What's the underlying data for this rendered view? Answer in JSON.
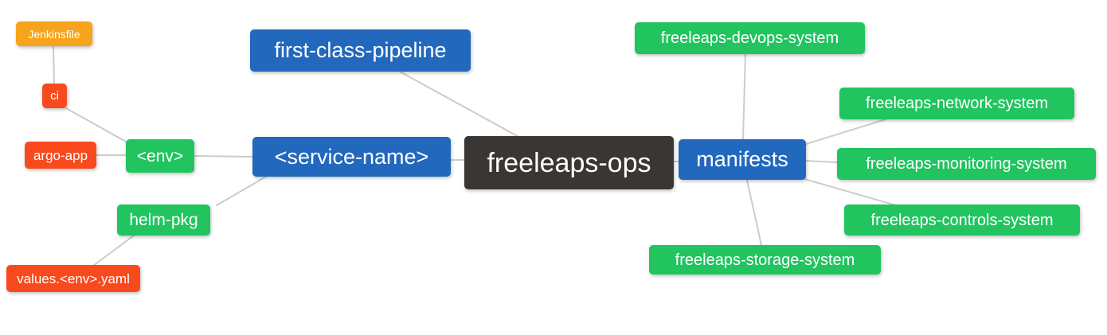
{
  "palette": {
    "blue": "#2268bd",
    "green": "#21c45f",
    "orange": "#f7a41c",
    "red": "#f94a1d",
    "dark": "#3a3633",
    "edge_gray": "#cccccc",
    "background": "#ffffff",
    "node_text": "#ffffff"
  },
  "nodes": [
    {
      "id": "jenkinsfile",
      "label": "Jenkinsfile",
      "color": "orange"
    },
    {
      "id": "ci",
      "label": "ci",
      "color": "red"
    },
    {
      "id": "argo-app",
      "label": "argo-app",
      "color": "red"
    },
    {
      "id": "env",
      "label": "<env>",
      "color": "green"
    },
    {
      "id": "helm-pkg",
      "label": "helm-pkg",
      "color": "green"
    },
    {
      "id": "values-env-yaml",
      "label": "values.<env>.yaml",
      "color": "red"
    },
    {
      "id": "first-class-pipeline",
      "label": "first-class-pipeline",
      "color": "blue"
    },
    {
      "id": "service-name",
      "label": "<service-name>",
      "color": "blue"
    },
    {
      "id": "freeleaps-ops",
      "label": "freeleaps-ops",
      "color": "dark"
    },
    {
      "id": "manifests",
      "label": "manifests",
      "color": "blue"
    },
    {
      "id": "freeleaps-devops-system",
      "label": "freeleaps-devops-system",
      "color": "green"
    },
    {
      "id": "freeleaps-network-system",
      "label": "freeleaps-network-system",
      "color": "green"
    },
    {
      "id": "freeleaps-monitoring-system",
      "label": "freeleaps-monitoring-system",
      "color": "green"
    },
    {
      "id": "freeleaps-controls-system",
      "label": "freeleaps-controls-system",
      "color": "green"
    },
    {
      "id": "freeleaps-storage-system",
      "label": "freeleaps-storage-system",
      "color": "green"
    }
  ],
  "edges": [
    {
      "from": "Jenkinsfile",
      "to": "ci"
    },
    {
      "from": "ci",
      "to": "<env>"
    },
    {
      "from": "argo-app",
      "to": "<env>"
    },
    {
      "from": "<env>",
      "to": "<service-name>"
    },
    {
      "from": "<service-name>",
      "to": "helm-pkg"
    },
    {
      "from": "helm-pkg",
      "to": "values.<env>.yaml"
    },
    {
      "from": "first-class-pipeline",
      "to": "freeleaps-ops"
    },
    {
      "from": "<service-name>",
      "to": "freeleaps-ops"
    },
    {
      "from": "freeleaps-ops",
      "to": "manifests"
    },
    {
      "from": "manifests",
      "to": "freeleaps-devops-system"
    },
    {
      "from": "manifests",
      "to": "freeleaps-network-system"
    },
    {
      "from": "manifests",
      "to": "freeleaps-monitoring-system"
    },
    {
      "from": "manifests",
      "to": "freeleaps-controls-system"
    },
    {
      "from": "manifests",
      "to": "freeleaps-storage-system"
    }
  ]
}
